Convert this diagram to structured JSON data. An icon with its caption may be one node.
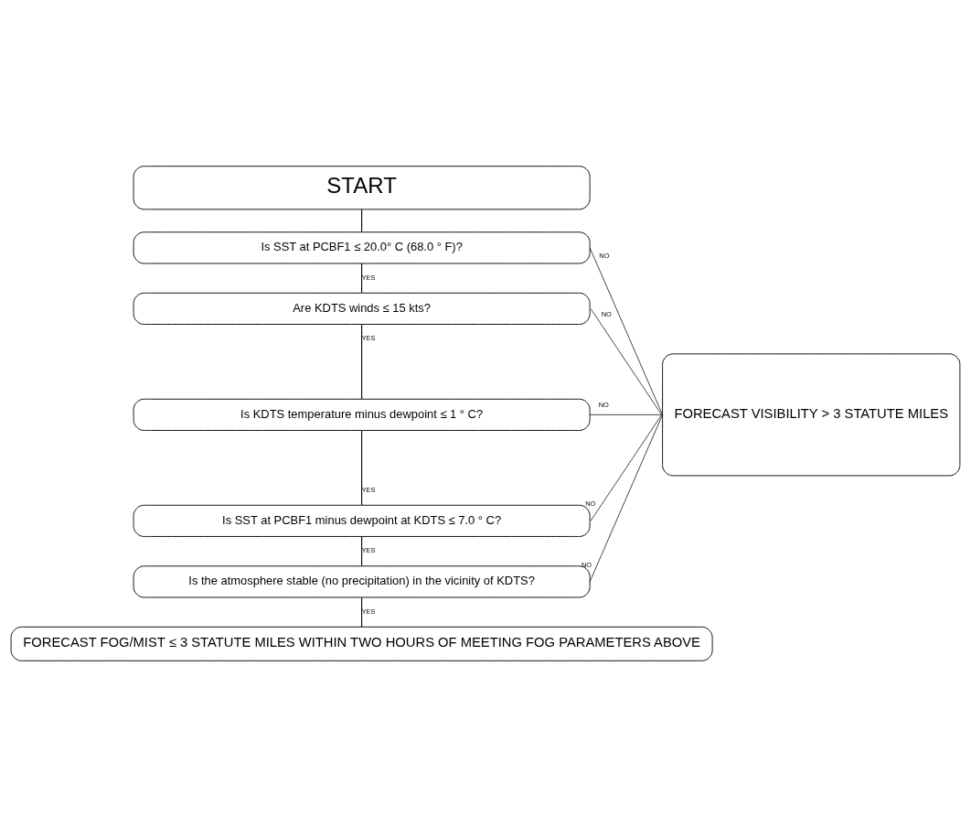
{
  "diagram": {
    "nodes": [
      {
        "text": [
          "START"
        ]
      },
      {
        "text": [
          "Is SST at PCBF1 ≤ 20.0° C (68.0 ° F)?"
        ]
      },
      {
        "text": [
          "Are KDTS winds ≤ 15 kts?"
        ]
      },
      {
        "text": [
          "Is KDTS temperature minus dewpoint ≤ 1 ° C?"
        ]
      },
      {
        "text": [
          "Is SST at PCBF1 minus dewpoint at KDTS ≤ 7.0 ° C?"
        ]
      },
      {
        "text": [
          "Is the atmosphere stable (no precipitation) in the vicinity of KDTS?"
        ]
      },
      {
        "text": [
          "FORECAST FOG/MIST ≤ 3 STATUTE MILES WITHIN TWO HOURS OF MEETING FOG PARAMETERS ABOVE"
        ]
      },
      {
        "text": [
          "FORECAST VISIBILITY > 3 STATUTE MILES"
        ]
      }
    ],
    "edges": [
      {
        "from": 0,
        "to": 1,
        "arrow": "none"
      },
      {
        "from": 1,
        "to": 2,
        "arrow": "none",
        "label": "YES"
      },
      {
        "from": 2,
        "to": 3,
        "arrow": "none",
        "label": "YES"
      },
      {
        "from": 3,
        "to": 4,
        "arrow": "none",
        "label": "YES"
      },
      {
        "from": 4,
        "to": 5,
        "arrow": "none",
        "label": "YES"
      },
      {
        "from": 5,
        "to": 6,
        "arrow": "none",
        "label": "YES"
      },
      {
        "from": 1,
        "to": 7,
        "arrow": "none",
        "label": "NO"
      },
      {
        "from": 2,
        "to": 7,
        "arrow": "none",
        "label": "NO"
      },
      {
        "from": 3,
        "to": 7,
        "arrow": "none",
        "label": "NO"
      },
      {
        "from": 4,
        "to": 7,
        "arrow": "none",
        "label": "NO"
      },
      {
        "from": 5,
        "to": 7,
        "arrow": "none",
        "label": "NO"
      }
    ]
  }
}
